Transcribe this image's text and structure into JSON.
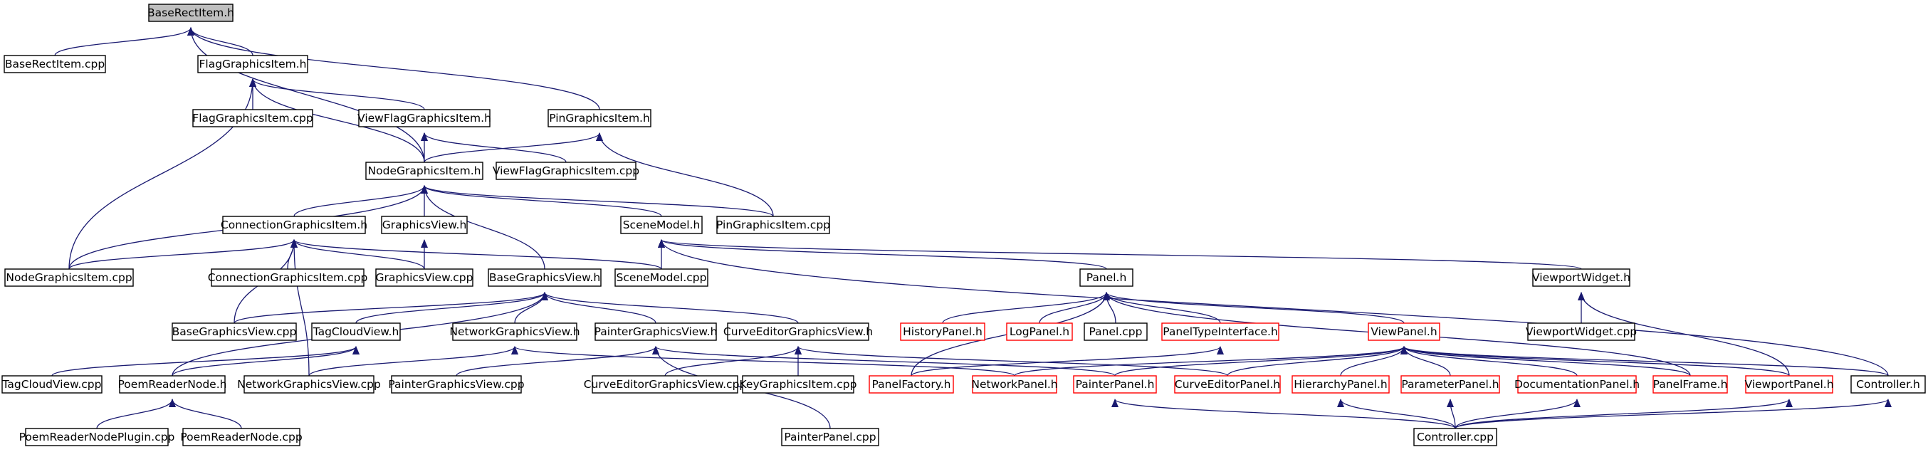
{
  "colors": {
    "edge": "#191970",
    "box_border": "#000000",
    "box_border_undocumented": "#ff0000",
    "box_fill": "#ffffff",
    "box_fill_focus": "#bfbfbf",
    "text": "#000000"
  },
  "nodes": [
    {
      "id": "BaseRectItem.h",
      "label": "BaseRectItem.h",
      "focus": true
    },
    {
      "id": "BaseRectItem.cpp",
      "label": "BaseRectItem.cpp"
    },
    {
      "id": "FlagGraphicsItem.h",
      "label": "FlagGraphicsItem.h"
    },
    {
      "id": "FlagGraphicsItem.cpp",
      "label": "FlagGraphicsItem.cpp"
    },
    {
      "id": "ViewFlagGraphicsItem.h",
      "label": "ViewFlagGraphicsItem.h"
    },
    {
      "id": "PinGraphicsItem.h",
      "label": "PinGraphicsItem.h"
    },
    {
      "id": "NodeGraphicsItem.h",
      "label": "NodeGraphicsItem.h"
    },
    {
      "id": "ViewFlagGraphicsItem.cpp",
      "label": "ViewFlagGraphicsItem.cpp"
    },
    {
      "id": "ConnectionGraphicsItem.h",
      "label": "ConnectionGraphicsItem.h"
    },
    {
      "id": "GraphicsView.h",
      "label": "GraphicsView.h"
    },
    {
      "id": "SceneModel.h",
      "label": "SceneModel.h"
    },
    {
      "id": "PinGraphicsItem.cpp",
      "label": "PinGraphicsItem.cpp"
    },
    {
      "id": "NodeGraphicsItem.cpp",
      "label": "NodeGraphicsItem.cpp"
    },
    {
      "id": "ConnectionGraphicsItem.cpp",
      "label": "ConnectionGraphicsItem.cpp"
    },
    {
      "id": "GraphicsView.cpp",
      "label": "GraphicsView.cpp"
    },
    {
      "id": "SceneModel.cpp",
      "label": "SceneModel.cpp"
    },
    {
      "id": "BaseGraphicsView.h",
      "label": "BaseGraphicsView.h"
    },
    {
      "id": "Panel.h",
      "label": "Panel.h"
    },
    {
      "id": "ViewportWidget.h",
      "label": "ViewportWidget.h"
    },
    {
      "id": "BaseGraphicsView.cpp",
      "label": "BaseGraphicsView.cpp"
    },
    {
      "id": "TagCloudView.h",
      "label": "TagCloudView.h"
    },
    {
      "id": "NetworkGraphicsView.h",
      "label": "NetworkGraphicsView.h"
    },
    {
      "id": "PainterGraphicsView.h",
      "label": "PainterGraphicsView.h"
    },
    {
      "id": "CurveEditorGraphicsView.h",
      "label": "CurveEditorGraphicsView.h"
    },
    {
      "id": "HistoryPanel.h",
      "label": "HistoryPanel.h",
      "undocumented": true
    },
    {
      "id": "LogPanel.h",
      "label": "LogPanel.h",
      "undocumented": true
    },
    {
      "id": "Panel.cpp",
      "label": "Panel.cpp"
    },
    {
      "id": "PanelTypeInterface.h",
      "label": "PanelTypeInterface.h",
      "undocumented": true
    },
    {
      "id": "ViewPanel.h",
      "label": "ViewPanel.h",
      "undocumented": true
    },
    {
      "id": "ViewportWidget.cpp",
      "label": "ViewportWidget.cpp"
    },
    {
      "id": "TagCloudView.cpp",
      "label": "TagCloudView.cpp"
    },
    {
      "id": "PoemReaderNode.h",
      "label": "PoemReaderNode.h"
    },
    {
      "id": "NetworkGraphicsView.cpp",
      "label": "NetworkGraphicsView.cpp"
    },
    {
      "id": "PainterGraphicsView.cpp",
      "label": "PainterGraphicsView.cpp"
    },
    {
      "id": "CurveEditorGraphicsView.cpp",
      "label": "CurveEditorGraphicsView.cpp"
    },
    {
      "id": "KeyGraphicsItem.cpp",
      "label": "KeyGraphicsItem.cpp"
    },
    {
      "id": "PanelFactory.h",
      "label": "PanelFactory.h",
      "undocumented": true
    },
    {
      "id": "NetworkPanel.h",
      "label": "NetworkPanel.h",
      "undocumented": true
    },
    {
      "id": "PainterPanel.h",
      "label": "PainterPanel.h",
      "undocumented": true
    },
    {
      "id": "CurveEditorPanel.h",
      "label": "CurveEditorPanel.h",
      "undocumented": true
    },
    {
      "id": "HierarchyPanel.h",
      "label": "HierarchyPanel.h",
      "undocumented": true
    },
    {
      "id": "ParameterPanel.h",
      "label": "ParameterPanel.h",
      "undocumented": true
    },
    {
      "id": "DocumentationPanel.h",
      "label": "DocumentationPanel.h",
      "undocumented": true
    },
    {
      "id": "PanelFrame.h",
      "label": "PanelFrame.h",
      "undocumented": true
    },
    {
      "id": "ViewportPanel.h",
      "label": "ViewportPanel.h",
      "undocumented": true
    },
    {
      "id": "Controller.h",
      "label": "Controller.h"
    },
    {
      "id": "PoemReaderNodePlugin.cpp",
      "label": "PoemReaderNodePlugin.cpp"
    },
    {
      "id": "PoemReaderNode.cpp",
      "label": "PoemReaderNode.cpp"
    },
    {
      "id": "PainterPanel.cpp",
      "label": "PainterPanel.cpp"
    },
    {
      "id": "Controller.cpp",
      "label": "Controller.cpp"
    }
  ],
  "edges": [
    {
      "from": "BaseRectItem.h",
      "to": "BaseRectItem.cpp"
    },
    {
      "from": "BaseRectItem.h",
      "to": "FlagGraphicsItem.h"
    },
    {
      "from": "BaseRectItem.h",
      "to": "PinGraphicsItem.h"
    },
    {
      "from": "BaseRectItem.h",
      "to": "NodeGraphicsItem.h"
    },
    {
      "from": "FlagGraphicsItem.h",
      "to": "FlagGraphicsItem.cpp"
    },
    {
      "from": "FlagGraphicsItem.h",
      "to": "ViewFlagGraphicsItem.h"
    },
    {
      "from": "FlagGraphicsItem.h",
      "to": "NodeGraphicsItem.h"
    },
    {
      "from": "FlagGraphicsItem.h",
      "to": "NodeGraphicsItem.cpp"
    },
    {
      "from": "ViewFlagGraphicsItem.h",
      "to": "NodeGraphicsItem.h"
    },
    {
      "from": "ViewFlagGraphicsItem.h",
      "to": "ViewFlagGraphicsItem.cpp"
    },
    {
      "from": "PinGraphicsItem.h",
      "to": "NodeGraphicsItem.h"
    },
    {
      "from": "PinGraphicsItem.h",
      "to": "PinGraphicsItem.cpp"
    },
    {
      "from": "NodeGraphicsItem.h",
      "to": "ConnectionGraphicsItem.h"
    },
    {
      "from": "NodeGraphicsItem.h",
      "to": "GraphicsView.h"
    },
    {
      "from": "NodeGraphicsItem.h",
      "to": "SceneModel.h"
    },
    {
      "from": "NodeGraphicsItem.h",
      "to": "PinGraphicsItem.cpp"
    },
    {
      "from": "NodeGraphicsItem.h",
      "to": "NodeGraphicsItem.cpp"
    },
    {
      "from": "NodeGraphicsItem.h",
      "to": "BaseGraphicsView.h"
    },
    {
      "from": "ConnectionGraphicsItem.h",
      "to": "NodeGraphicsItem.cpp"
    },
    {
      "from": "ConnectionGraphicsItem.h",
      "to": "ConnectionGraphicsItem.cpp"
    },
    {
      "from": "ConnectionGraphicsItem.h",
      "to": "GraphicsView.cpp"
    },
    {
      "from": "ConnectionGraphicsItem.h",
      "to": "SceneModel.cpp"
    },
    {
      "from": "ConnectionGraphicsItem.h",
      "to": "BaseGraphicsView.cpp"
    },
    {
      "from": "ConnectionGraphicsItem.h",
      "to": "NetworkGraphicsView.cpp"
    },
    {
      "from": "GraphicsView.h",
      "to": "GraphicsView.cpp"
    },
    {
      "from": "SceneModel.h",
      "to": "SceneModel.cpp"
    },
    {
      "from": "SceneModel.h",
      "to": "Panel.h"
    },
    {
      "from": "SceneModel.h",
      "to": "ViewportWidget.h"
    },
    {
      "from": "SceneModel.h",
      "to": "Controller.h"
    },
    {
      "from": "BaseGraphicsView.h",
      "to": "BaseGraphicsView.cpp"
    },
    {
      "from": "BaseGraphicsView.h",
      "to": "TagCloudView.h"
    },
    {
      "from": "BaseGraphicsView.h",
      "to": "NetworkGraphicsView.h"
    },
    {
      "from": "BaseGraphicsView.h",
      "to": "PainterGraphicsView.h"
    },
    {
      "from": "BaseGraphicsView.h",
      "to": "CurveEditorGraphicsView.h"
    },
    {
      "from": "BaseGraphicsView.h",
      "to": "PoemReaderNode.h"
    },
    {
      "from": "Panel.h",
      "to": "HistoryPanel.h"
    },
    {
      "from": "Panel.h",
      "to": "LogPanel.h"
    },
    {
      "from": "Panel.h",
      "to": "Panel.cpp"
    },
    {
      "from": "Panel.h",
      "to": "PanelTypeInterface.h"
    },
    {
      "from": "Panel.h",
      "to": "ViewPanel.h"
    },
    {
      "from": "Panel.h",
      "to": "PanelFactory.h"
    },
    {
      "from": "Panel.h",
      "to": "PanelFrame.h"
    },
    {
      "from": "ViewportWidget.h",
      "to": "ViewportWidget.cpp"
    },
    {
      "from": "ViewportWidget.h",
      "to": "ViewportPanel.h"
    },
    {
      "from": "TagCloudView.h",
      "to": "TagCloudView.cpp"
    },
    {
      "from": "TagCloudView.h",
      "to": "PoemReaderNode.h"
    },
    {
      "from": "NetworkGraphicsView.h",
      "to": "NetworkGraphicsView.cpp"
    },
    {
      "from": "NetworkGraphicsView.h",
      "to": "NetworkPanel.h"
    },
    {
      "from": "PainterGraphicsView.h",
      "to": "PainterGraphicsView.cpp"
    },
    {
      "from": "PainterGraphicsView.h",
      "to": "PainterPanel.h"
    },
    {
      "from": "PainterGraphicsView.h",
      "to": "PainterPanel.cpp"
    },
    {
      "from": "CurveEditorGraphicsView.h",
      "to": "CurveEditorGraphicsView.cpp"
    },
    {
      "from": "CurveEditorGraphicsView.h",
      "to": "KeyGraphicsItem.cpp"
    },
    {
      "from": "CurveEditorGraphicsView.h",
      "to": "CurveEditorPanel.h"
    },
    {
      "from": "PanelTypeInterface.h",
      "to": "PanelFactory.h"
    },
    {
      "from": "ViewPanel.h",
      "to": "NetworkPanel.h"
    },
    {
      "from": "ViewPanel.h",
      "to": "PainterPanel.h"
    },
    {
      "from": "ViewPanel.h",
      "to": "CurveEditorPanel.h"
    },
    {
      "from": "ViewPanel.h",
      "to": "HierarchyPanel.h"
    },
    {
      "from": "ViewPanel.h",
      "to": "ParameterPanel.h"
    },
    {
      "from": "ViewPanel.h",
      "to": "DocumentationPanel.h"
    },
    {
      "from": "ViewPanel.h",
      "to": "PanelFrame.h"
    },
    {
      "from": "ViewPanel.h",
      "to": "ViewportPanel.h"
    },
    {
      "from": "ViewPanel.h",
      "to": "Controller.h"
    },
    {
      "from": "PoemReaderNode.h",
      "to": "PoemReaderNodePlugin.cpp"
    },
    {
      "from": "PoemReaderNode.h",
      "to": "PoemReaderNode.cpp"
    },
    {
      "from": "PainterPanel.h",
      "to": "Controller.cpp"
    },
    {
      "from": "HierarchyPanel.h",
      "to": "Controller.cpp"
    },
    {
      "from": "ParameterPanel.h",
      "to": "Controller.cpp"
    },
    {
      "from": "DocumentationPanel.h",
      "to": "Controller.cpp"
    },
    {
      "from": "ViewportPanel.h",
      "to": "Controller.cpp"
    },
    {
      "from": "Controller.h",
      "to": "Controller.cpp"
    }
  ]
}
